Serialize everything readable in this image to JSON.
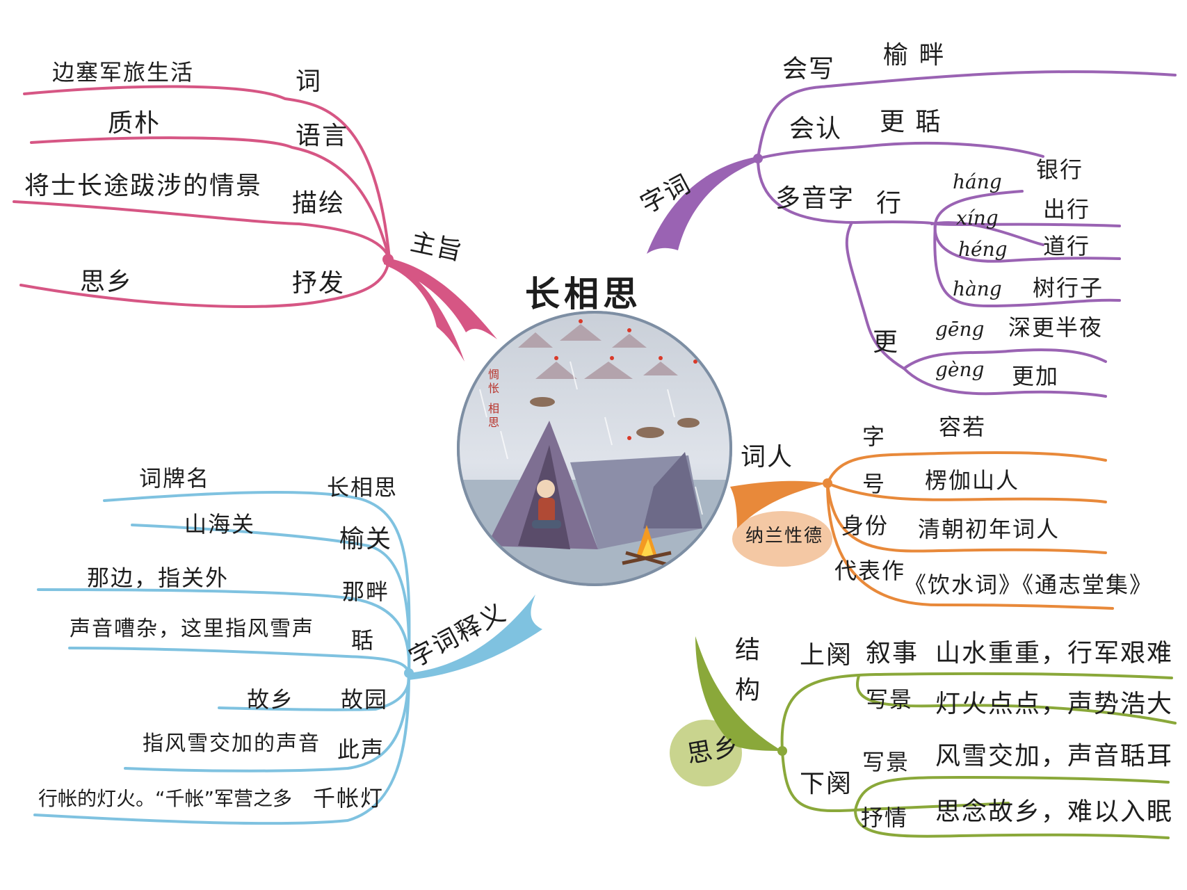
{
  "title": "长相思",
  "scene_vertical_text": "惆怅 相思",
  "colors": {
    "pink": "#d65684",
    "purple": "#9a63b3",
    "orange": "#e8893a",
    "blue": "#7fc2e0",
    "green": "#8aa83a",
    "blob_orange": "#f4c8a4",
    "blob_green": "#c9d48e"
  },
  "branch_pink": {
    "main": "主旨",
    "items": [
      {
        "key": "词",
        "value": "边塞军旅生活"
      },
      {
        "key": "语言",
        "value": "质朴"
      },
      {
        "key": "描绘",
        "value": "将士长途跋涉的情景"
      },
      {
        "key": "抒发",
        "value": "思乡"
      }
    ]
  },
  "branch_purple": {
    "main": "字词",
    "write": {
      "key": "会写",
      "value": "榆 畔"
    },
    "read": {
      "key": "会认",
      "value": "更 聒"
    },
    "poly": {
      "label": "多音字",
      "hang": {
        "char": "行",
        "readings": [
          {
            "pinyin": "háng",
            "word": "银行"
          },
          {
            "pinyin": "xíng",
            "word": "出行"
          },
          {
            "pinyin": "héng",
            "word": "道行"
          },
          {
            "pinyin": "hàng",
            "word": "树行子"
          }
        ]
      },
      "geng": {
        "char": "更",
        "readings": [
          {
            "pinyin": "gēng",
            "word": "深更半夜"
          },
          {
            "pinyin": "gèng",
            "word": "更加"
          }
        ]
      }
    }
  },
  "branch_orange": {
    "main": "词人",
    "badge": "纳兰性德",
    "items": [
      {
        "key": "字",
        "value": "容若"
      },
      {
        "key": "号",
        "value": "楞伽山人"
      },
      {
        "key": "身份",
        "value": "清朝初年词人"
      },
      {
        "key": "代表作",
        "value": "《饮水词》《通志堂集》"
      }
    ]
  },
  "branch_blue": {
    "main": "字词释义",
    "items": [
      {
        "key": "长相思",
        "value": "词牌名"
      },
      {
        "key": "榆关",
        "value": "山海关"
      },
      {
        "key": "那畔",
        "value": "那边，指关外"
      },
      {
        "key": "聒",
        "value": "声音嘈杂，这里指风雪声"
      },
      {
        "key": "故园",
        "value": "故乡"
      },
      {
        "key": "此声",
        "value": "指风雪交加的声音"
      },
      {
        "key": "千帐灯",
        "value": "行帐的灯火。“千帐”军营之多"
      }
    ]
  },
  "branch_green": {
    "main": "结构",
    "badge": "思乡",
    "upper": {
      "label": "上阕",
      "rows": [
        {
          "key": "叙事",
          "value": "山水重重，行军艰难"
        },
        {
          "key": "写景",
          "value": "灯火点点，声势浩大"
        }
      ]
    },
    "lower": {
      "label": "下阕",
      "rows": [
        {
          "key": "写景",
          "value": "风雪交加，声音聒耳"
        },
        {
          "key": "抒情",
          "value": "思念故乡，难以入眠"
        }
      ]
    }
  }
}
